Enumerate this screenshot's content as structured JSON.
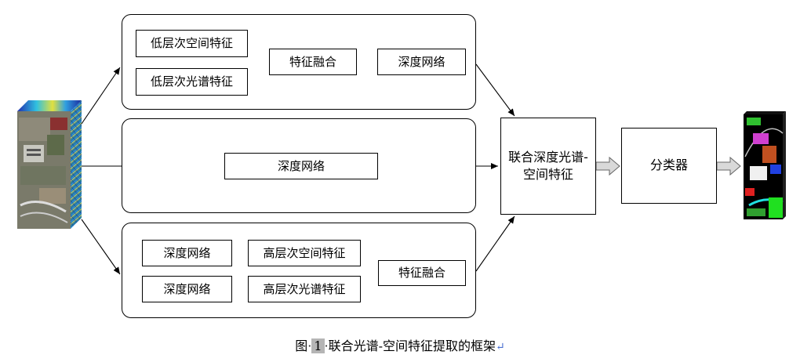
{
  "colors": {
    "stroke": "#000000",
    "hollow_arrow_fill": "#d9d9d9",
    "caption_highlight": "#b5b5b5",
    "return_mark": "#4a6fd1"
  },
  "icons": {
    "input_image": "hyperspectral-cube-image",
    "output_image": "classification-map-image"
  },
  "diagram": {
    "top_branch": {
      "low_spatial": "低层次空间特征",
      "low_spectral": "低层次光谱特征",
      "fusion": "特征融合",
      "deep_net": "深度网络"
    },
    "middle_branch": {
      "deep_net": "深度网络"
    },
    "bottom_branch": {
      "deep_net_1": "深度网络",
      "deep_net_2": "深度网络",
      "high_spatial": "高层次空间特征",
      "high_spectral": "高层次光谱特征",
      "fusion": "特征融合"
    },
    "joint_feature": "联合深度光谱-\n空间特征",
    "classifier": "分类器"
  },
  "caption": {
    "prefix": "图",
    "number": "1",
    "text": "联合光谱-空间特征提取的框架",
    "return_mark": "↵"
  }
}
